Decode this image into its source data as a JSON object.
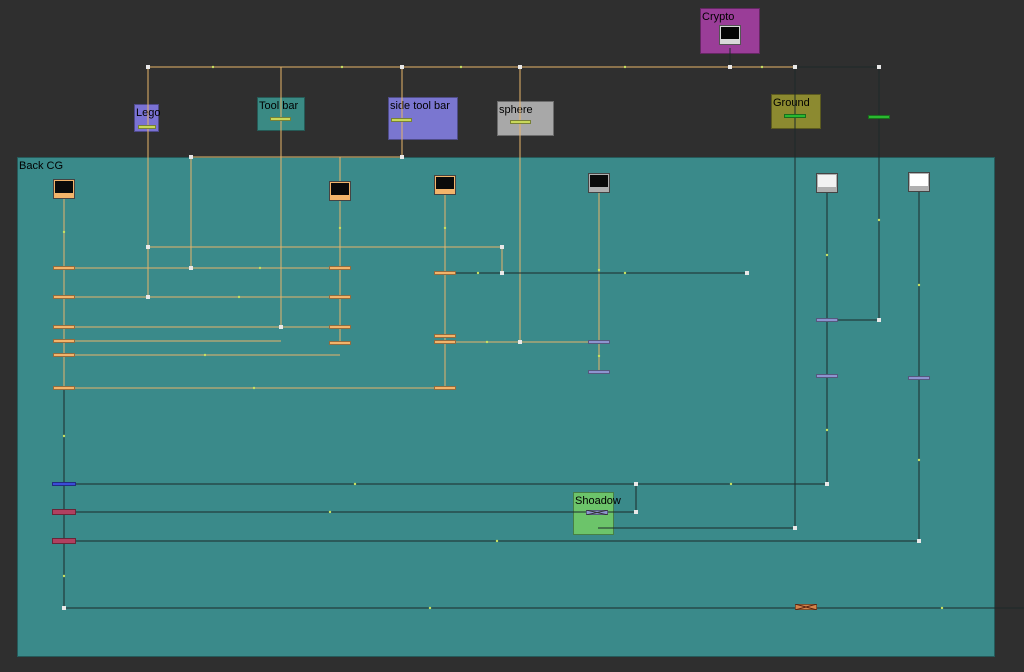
{
  "graph": {
    "backdrops": [
      {
        "id": "crypto",
        "label": "Crypto",
        "color": "#9a3d98"
      },
      {
        "id": "lego",
        "label": "Lego",
        "color": "#7a72d4"
      },
      {
        "id": "toolbar",
        "label": "Tool bar",
        "color": "#3a8a84"
      },
      {
        "id": "sidetoolbar",
        "label": "side tool bar",
        "color": "#7a76d0"
      },
      {
        "id": "sphere",
        "label": "sphere",
        "color": "#a8a8a8"
      },
      {
        "id": "ground",
        "label": "Ground",
        "color": "#8c8a30"
      },
      {
        "id": "backcg",
        "label": "Back CG",
        "color": "#3a8a8a"
      },
      {
        "id": "shoadow",
        "label": "Shoadow",
        "color": "#6cc46a"
      }
    ],
    "colors": {
      "canvas": "#2f2f2f",
      "wire_orange": "#e7b46a",
      "wire_dark": "#1c2a2a",
      "read_node": "#f3b46a",
      "merge_node": "#8e94d0",
      "blue_node": "#3a4bd8",
      "red_node": "#b04060",
      "green_node": "#2ab830",
      "yellow_node": "#c8d85a"
    }
  }
}
